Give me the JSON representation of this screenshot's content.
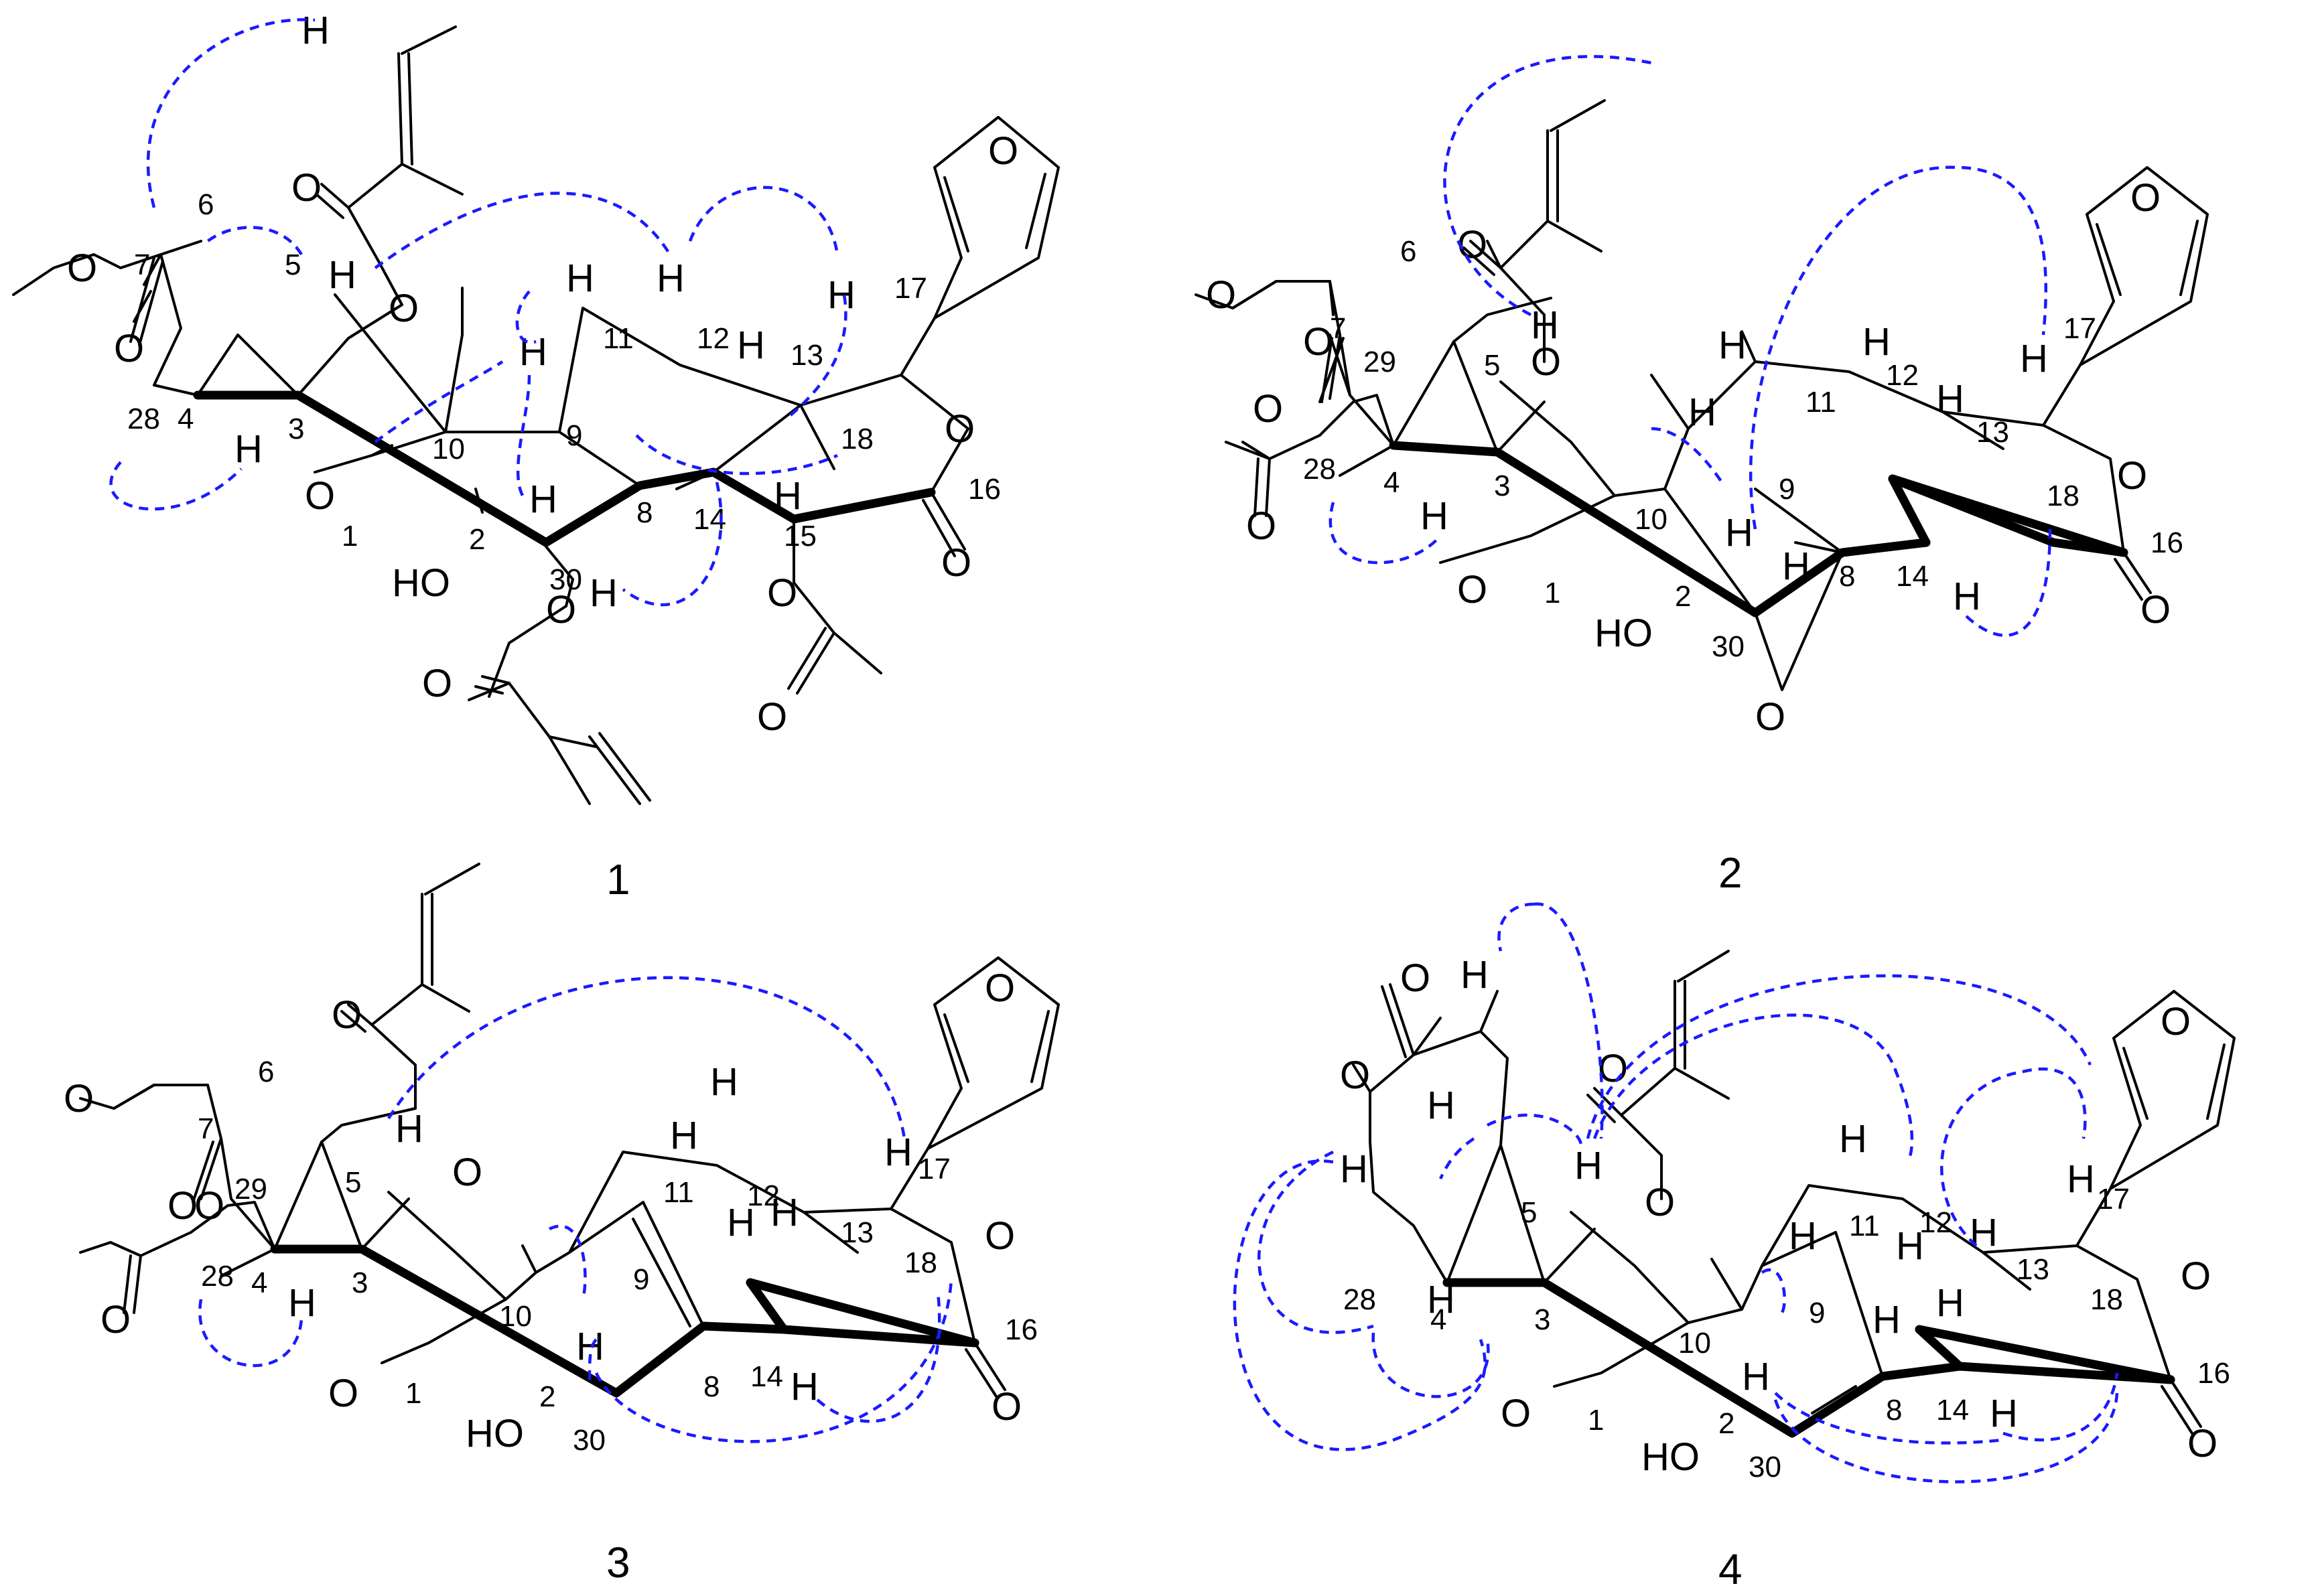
{
  "noe_color": "#1a1aff",
  "compounds": [
    {
      "id": "1",
      "labels": {
        "n1": "1",
        "n2": "2",
        "n3": "3",
        "n4": "4",
        "n5": "5",
        "n6": "6",
        "n7": "7",
        "n8": "8",
        "n9": "9",
        "n10": "10",
        "n11": "11",
        "n12": "12",
        "n13": "13",
        "n14": "14",
        "n15": "15",
        "n16": "16",
        "n17": "17",
        "n18": "18",
        "n28": "28",
        "n30": "30",
        "H": "H",
        "O": "O",
        "HO": "HO"
      }
    },
    {
      "id": "2",
      "labels": {
        "n1": "1",
        "n2": "2",
        "n3": "3",
        "n4": "4",
        "n5": "5",
        "n6": "6",
        "n7": "7",
        "n8": "8",
        "n9": "9",
        "n10": "10",
        "n11": "11",
        "n12": "12",
        "n13": "13",
        "n14": "14",
        "n16": "16",
        "n17": "17",
        "n18": "18",
        "n28": "28",
        "n29": "29",
        "n30": "30",
        "H": "H",
        "O": "O",
        "HO": "HO"
      }
    },
    {
      "id": "3",
      "labels": {
        "n1": "1",
        "n2": "2",
        "n3": "3",
        "n4": "4",
        "n5": "5",
        "n6": "6",
        "n7": "7",
        "n8": "8",
        "n9": "9",
        "n10": "10",
        "n11": "11",
        "n12": "12",
        "n13": "13",
        "n14": "14",
        "n16": "16",
        "n17": "17",
        "n18": "18",
        "n28": "28",
        "n29": "29",
        "n30": "30",
        "H": "H",
        "O": "O",
        "HO": "HO"
      }
    },
    {
      "id": "4",
      "labels": {
        "n1": "1",
        "n2": "2",
        "n3": "3",
        "n4": "4",
        "n5": "5",
        "n8": "8",
        "n9": "9",
        "n10": "10",
        "n11": "11",
        "n12": "12",
        "n13": "13",
        "n14": "14",
        "n16": "16",
        "n17": "17",
        "n18": "18",
        "n28": "28",
        "n30": "30",
        "H": "H",
        "O": "O",
        "HO": "HO"
      }
    }
  ]
}
